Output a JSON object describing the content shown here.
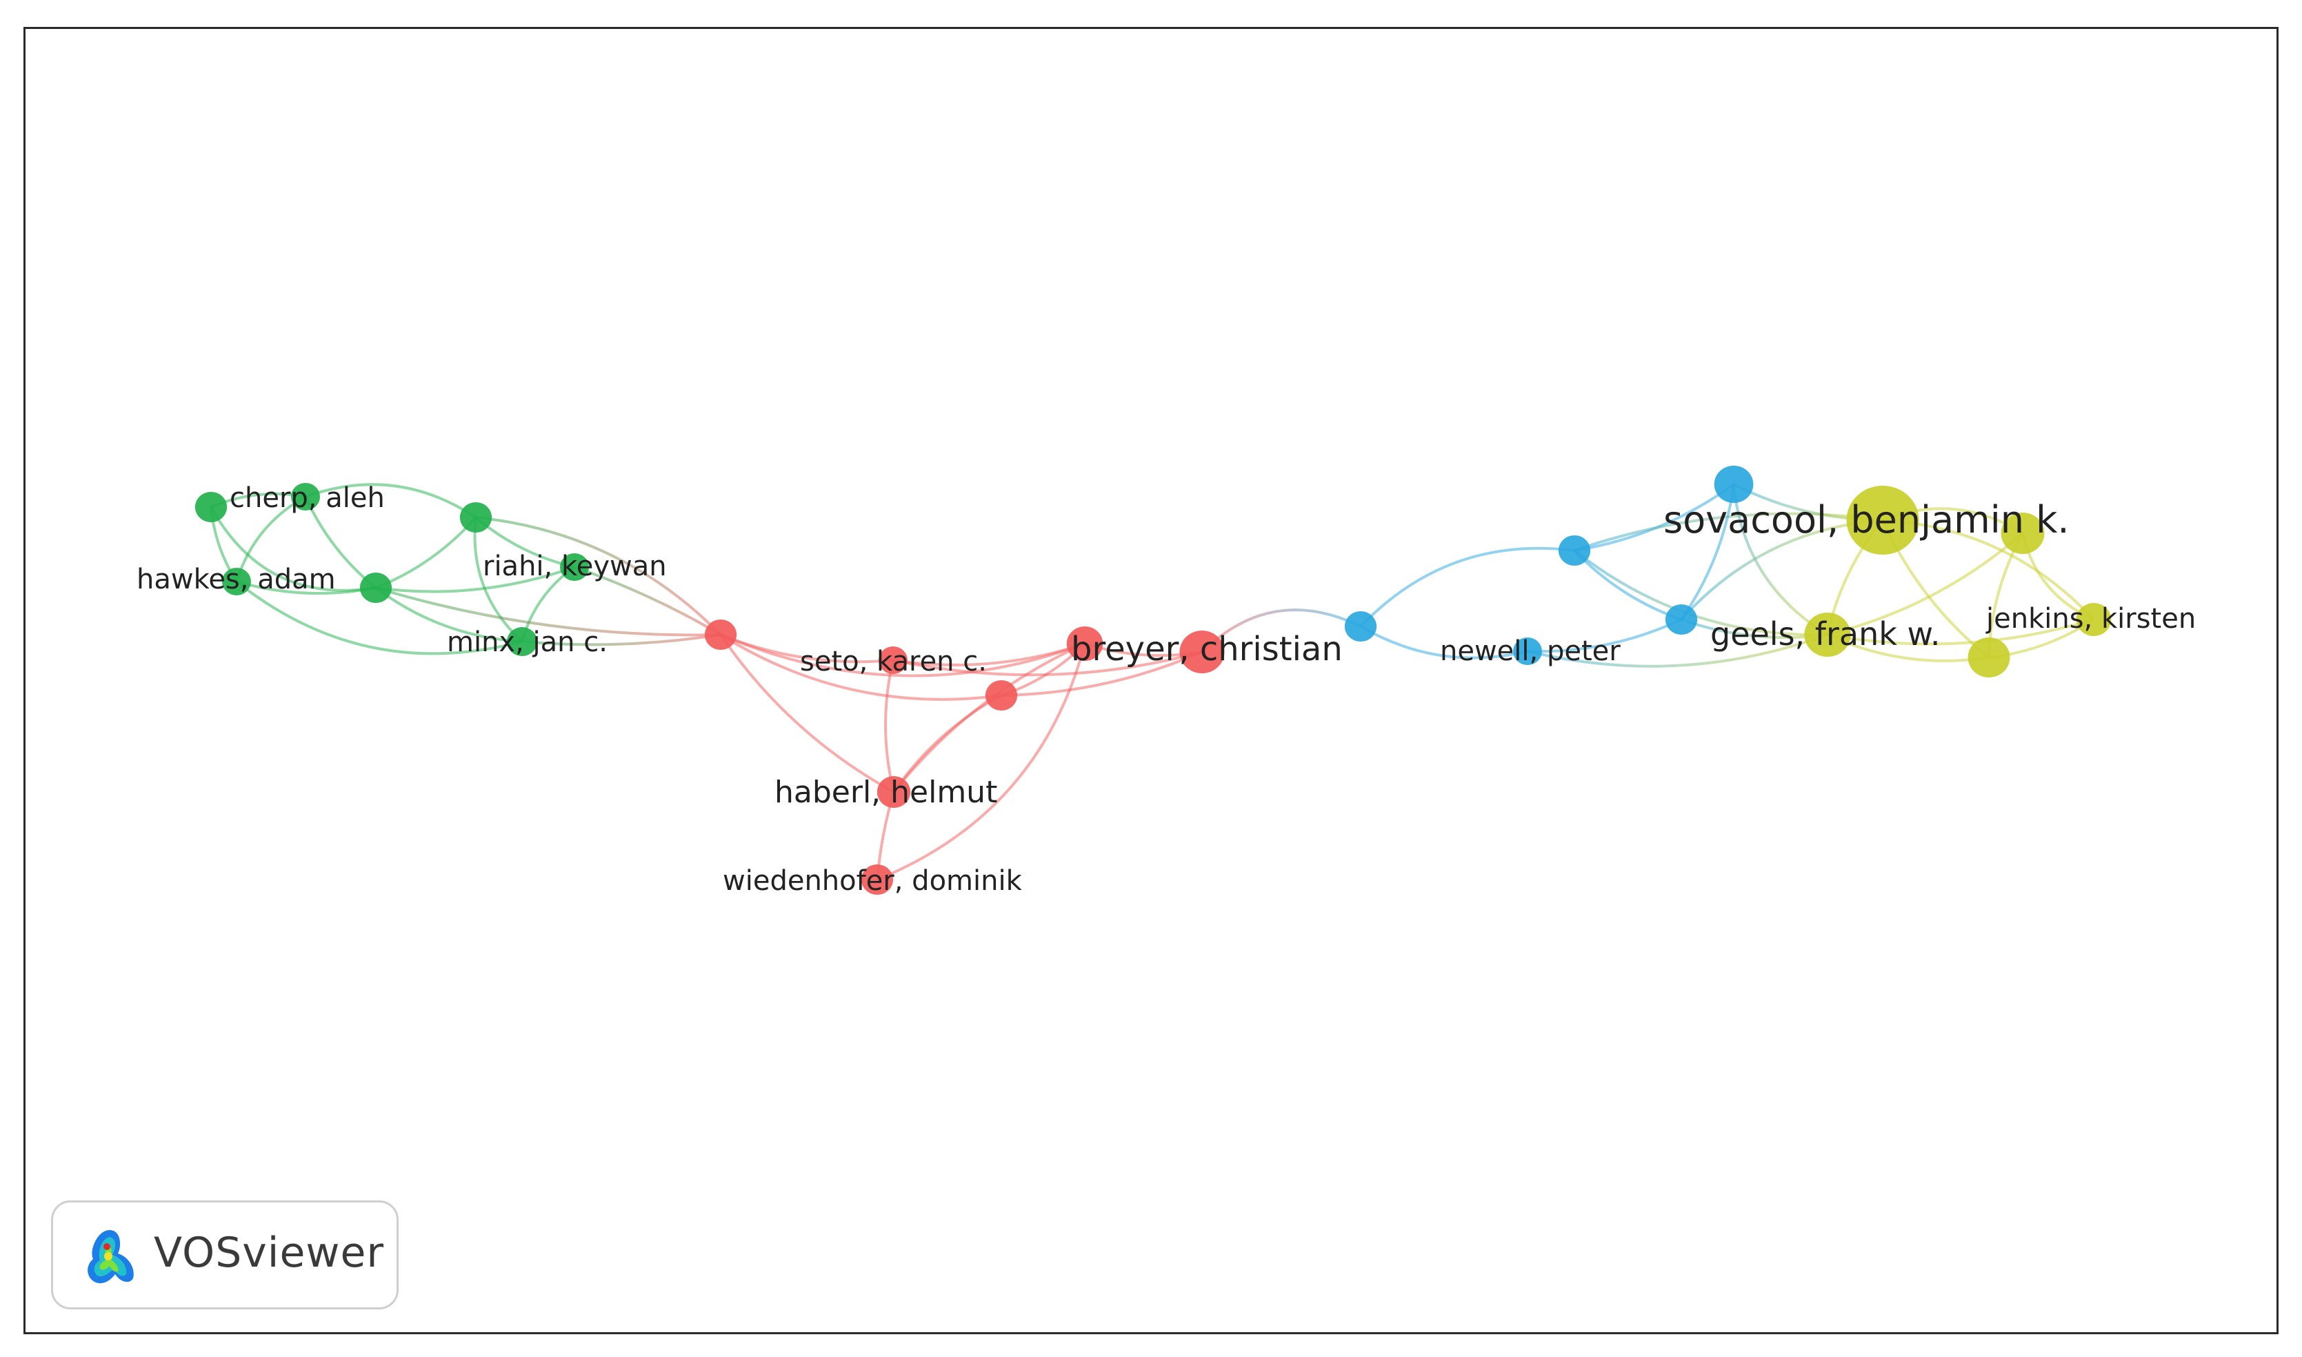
{
  "colors": {
    "red_cluster": "#f25a5a",
    "green_cluster": "#22b14c",
    "blue_cluster": "#2aa7e0",
    "yellow_cluster": "#c9cf2a",
    "border": "#2a2a2a"
  },
  "badge": {
    "text": "VOSviewer",
    "logo_icon": "vosviewer-heatmap-logo"
  },
  "network": {
    "nodes": [
      {
        "id": "n_green_tl",
        "cluster": "green",
        "label": ""
      },
      {
        "id": "cherp",
        "cluster": "green",
        "label": "cherp, aleh"
      },
      {
        "id": "hawkes",
        "cluster": "green",
        "label": "hawkes, adam"
      },
      {
        "id": "n_green_mid",
        "cluster": "green",
        "label": ""
      },
      {
        "id": "n_green_top",
        "cluster": "green",
        "label": ""
      },
      {
        "id": "riahi",
        "cluster": "green",
        "label": "riahi, keywan"
      },
      {
        "id": "minx",
        "cluster": "green",
        "label": "minx, jan c."
      },
      {
        "id": "n_red_hub",
        "cluster": "red",
        "label": ""
      },
      {
        "id": "seto",
        "cluster": "red",
        "label": "seto, karen c."
      },
      {
        "id": "n_red_small",
        "cluster": "red",
        "label": ""
      },
      {
        "id": "n_red_right",
        "cluster": "red",
        "label": ""
      },
      {
        "id": "breyer",
        "cluster": "red",
        "label": "breyer, christian"
      },
      {
        "id": "haberl",
        "cluster": "red",
        "label": "haberl, helmut"
      },
      {
        "id": "wiedenhofer",
        "cluster": "red",
        "label": "wiedenhofer, dominik"
      },
      {
        "id": "n_blue_left",
        "cluster": "blue",
        "label": ""
      },
      {
        "id": "newell",
        "cluster": "blue",
        "label": "newell, peter"
      },
      {
        "id": "n_blue_mid",
        "cluster": "blue",
        "label": ""
      },
      {
        "id": "n_blue_low",
        "cluster": "blue",
        "label": ""
      },
      {
        "id": "n_blue_top",
        "cluster": "blue",
        "label": ""
      },
      {
        "id": "sovacool",
        "cluster": "yellow",
        "label": "sovacool, benjamin k."
      },
      {
        "id": "geels",
        "cluster": "yellow",
        "label": "geels, frank w."
      },
      {
        "id": "n_yellow_r1",
        "cluster": "yellow",
        "label": ""
      },
      {
        "id": "n_yellow_r2",
        "cluster": "yellow",
        "label": ""
      },
      {
        "id": "jenkins",
        "cluster": "yellow",
        "label": "jenkins, kirsten"
      }
    ],
    "edges": [
      [
        "n_green_tl",
        "cherp"
      ],
      [
        "n_green_tl",
        "hawkes"
      ],
      [
        "n_green_tl",
        "n_green_mid"
      ],
      [
        "cherp",
        "hawkes"
      ],
      [
        "cherp",
        "n_green_mid"
      ],
      [
        "cherp",
        "n_green_top"
      ],
      [
        "hawkes",
        "n_green_mid"
      ],
      [
        "hawkes",
        "minx"
      ],
      [
        "n_green_mid",
        "n_green_top"
      ],
      [
        "n_green_mid",
        "riahi"
      ],
      [
        "n_green_mid",
        "minx"
      ],
      [
        "n_green_top",
        "riahi"
      ],
      [
        "n_green_top",
        "minx"
      ],
      [
        "n_green_top",
        "n_red_hub"
      ],
      [
        "riahi",
        "minx"
      ],
      [
        "riahi",
        "n_red_hub"
      ],
      [
        "minx",
        "n_red_hub"
      ],
      [
        "n_green_mid",
        "n_red_hub"
      ],
      [
        "n_red_hub",
        "seto"
      ],
      [
        "n_red_hub",
        "n_red_small"
      ],
      [
        "n_red_hub",
        "n_red_right"
      ],
      [
        "n_red_hub",
        "haberl"
      ],
      [
        "seto",
        "n_red_right"
      ],
      [
        "seto",
        "haberl"
      ],
      [
        "seto",
        "breyer"
      ],
      [
        "n_red_small",
        "n_red_right"
      ],
      [
        "n_red_small",
        "haberl"
      ],
      [
        "n_red_small",
        "breyer"
      ],
      [
        "n_red_right",
        "breyer"
      ],
      [
        "n_red_right",
        "haberl"
      ],
      [
        "haberl",
        "wiedenhofer"
      ],
      [
        "wiedenhofer",
        "n_red_right"
      ],
      [
        "breyer",
        "n_blue_left"
      ],
      [
        "n_blue_left",
        "newell"
      ],
      [
        "n_blue_left",
        "n_blue_mid"
      ],
      [
        "newell",
        "n_blue_low"
      ],
      [
        "newell",
        "geels"
      ],
      [
        "n_blue_mid",
        "n_blue_low"
      ],
      [
        "n_blue_mid",
        "n_blue_top"
      ],
      [
        "n_blue_mid",
        "sovacool"
      ],
      [
        "n_blue_mid",
        "geels"
      ],
      [
        "n_blue_low",
        "n_blue_top"
      ],
      [
        "n_blue_low",
        "sovacool"
      ],
      [
        "n_blue_low",
        "geels"
      ],
      [
        "n_blue_top",
        "sovacool"
      ],
      [
        "n_blue_top",
        "geels"
      ],
      [
        "sovacool",
        "geels"
      ],
      [
        "sovacool",
        "n_yellow_r1"
      ],
      [
        "sovacool",
        "n_yellow_r2"
      ],
      [
        "sovacool",
        "jenkins"
      ],
      [
        "geels",
        "n_yellow_r1"
      ],
      [
        "geels",
        "n_yellow_r2"
      ],
      [
        "geels",
        "jenkins"
      ],
      [
        "n_yellow_r1",
        "n_yellow_r2"
      ],
      [
        "n_yellow_r1",
        "jenkins"
      ],
      [
        "n_yellow_r2",
        "jenkins"
      ]
    ]
  }
}
